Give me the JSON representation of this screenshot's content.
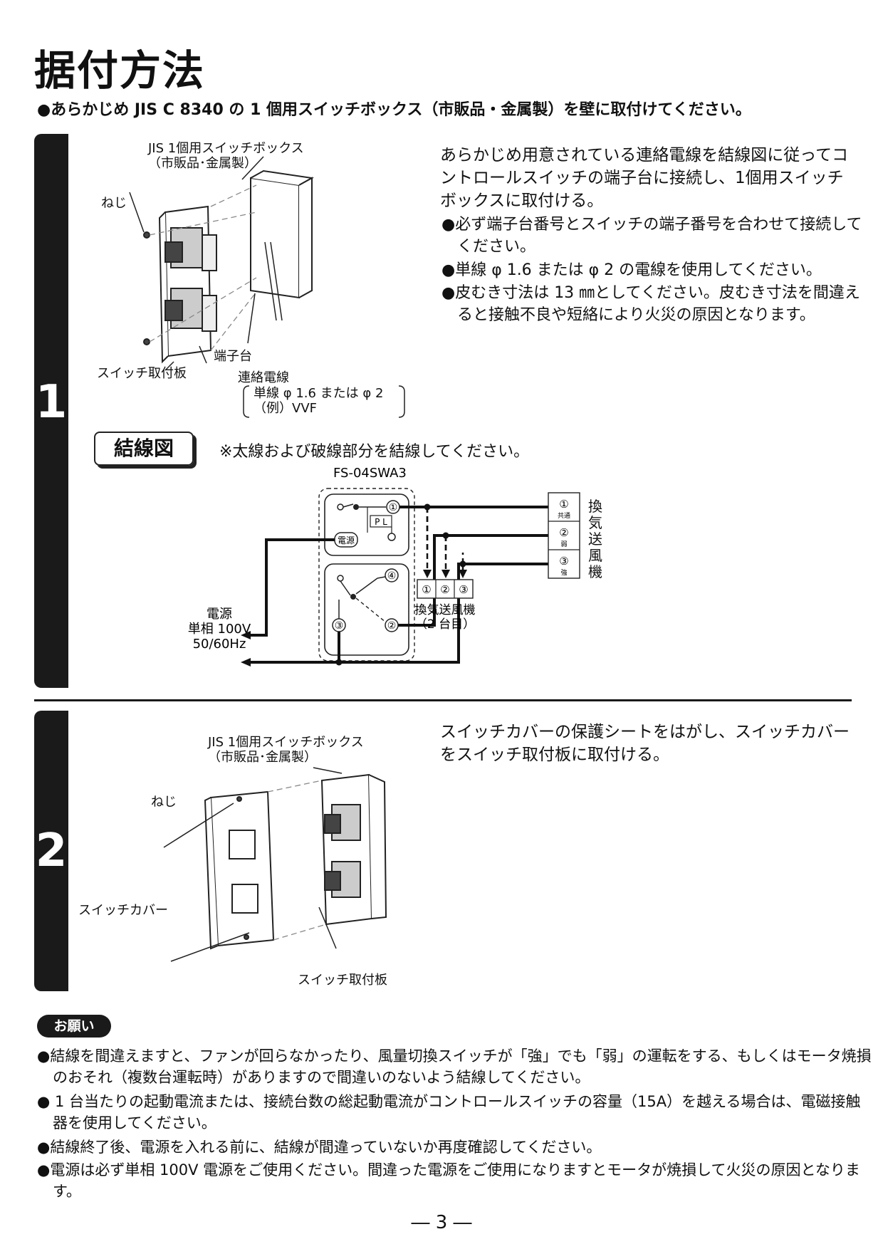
{
  "title": "据付方法",
  "intro": "●あらかじめ JIS C 8340 の 1 個用スイッチボックス（市販品・金属製）を壁に取付けてください。",
  "step1": {
    "number": "1",
    "labels": {
      "box_line1": "JIS 1個用スイッチボックス",
      "box_line2": "（市販品･金属製）",
      "screw": "ねじ",
      "terminal": "端子台",
      "plate": "スイッチ取付板",
      "wire": "連絡電線",
      "wire_spec1": "単線 φ 1.6 または φ 2",
      "wire_spec2": "（例）VVF"
    },
    "text": "あらかじめ用意されている連絡電線を結線図に従ってコントロールスイッチの端子台に接続し、1個用スイッチボックスに取付ける。",
    "bullets": [
      "●必ず端子台番号とスイッチの端子番号を合わせて接続してください。",
      "●単線 φ 1.6 または φ 2 の電線を使用してください。",
      "●皮むき寸法は 13 ㎜としてください。皮むき寸法を間違えると接触不良や短絡により火災の原因となります。"
    ],
    "wiring": {
      "heading": "結線図",
      "note": "※太線および破線部分を結線してください。",
      "model": "FS-04SWA3",
      "pl": "P L",
      "power_tag": "電源",
      "power_line1": "電源",
      "power_line2": "単相 100V",
      "power_line3": "50/60Hz",
      "t1": "①",
      "t2": "②",
      "t3": "③",
      "t4": "④",
      "fan1_label": "換気送風機",
      "fan1_t1_sub": "共通",
      "fan1_t2_sub": "弱",
      "fan1_t3_sub": "強",
      "fan2_label1": "換気送風機",
      "fan2_label2": "（2 台目）"
    }
  },
  "step2": {
    "number": "2",
    "labels": {
      "box_line1": "JIS 1個用スイッチボックス",
      "box_line2": "（市販品･金属製）",
      "screw": "ねじ",
      "cover": "スイッチカバー",
      "plate": "スイッチ取付板"
    },
    "text": "スイッチカバーの保護シートをはがし、スイッチカバーをスイッチ取付板に取付ける。"
  },
  "notice": {
    "badge": "お願い",
    "items": [
      "●結線を間違えますと、ファンが回らなかったり、風量切換スイッチが「強」でも「弱」の運転をする、もしくはモータ焼損のおそれ（複数台運転時）がありますので間違いのないよう結線してください。",
      "● 1 台当たりの起動電流または、接続台数の総起動電流がコントロールスイッチの容量（15A）を越える場合は、電磁接触器を使用してください。",
      "●結線終了後、電源を入れる前に、結線が間違っていないか再度確認してください。",
      "●電源は必ず単相 100V 電源をご使用ください。間違った電源をご使用になりますとモータが焼損して火災の原因となります。"
    ]
  },
  "page_number": "― 3 ―"
}
